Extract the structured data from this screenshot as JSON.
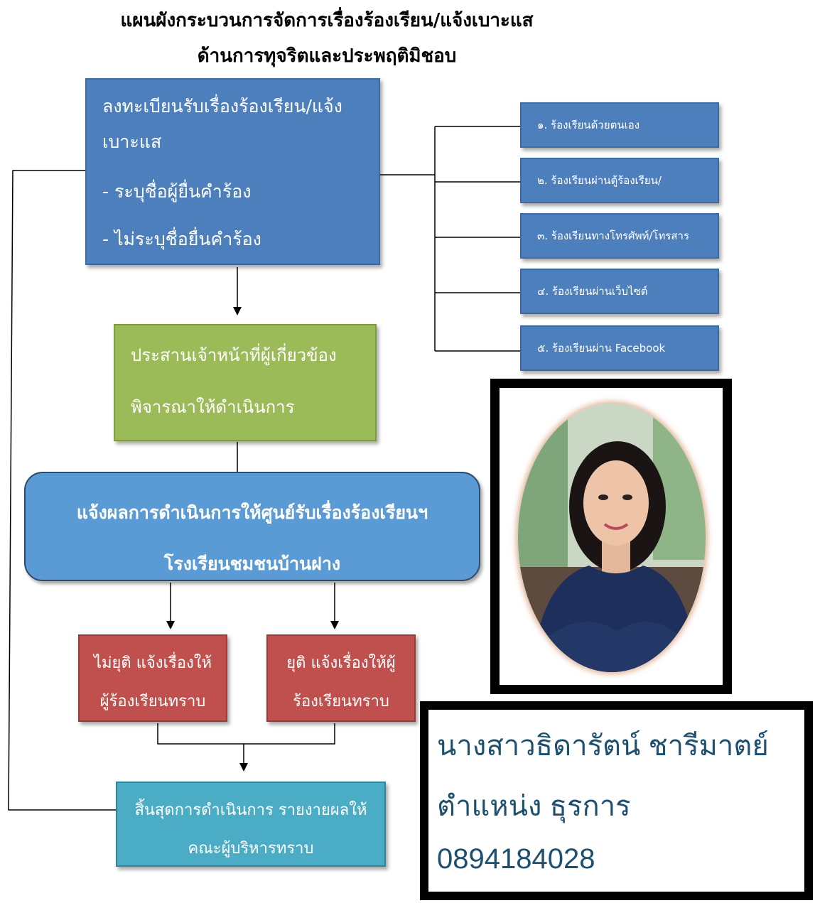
{
  "title": {
    "line1": "แผนผังกระบวนการจัดการเรื่องร้องเรียน/แจ้งเบาะแส",
    "line2": "ด้านการทุจริตและประพฤติมิชอบ"
  },
  "register": {
    "line1": "ลงทะเบียนรับเรื่องร้องเรียน/แจ้ง",
    "line2": "เบาะแส",
    "line3": "- ระบุชื่อผู้ยื่นคำร้อง",
    "line4": "- ไม่ระบุชื่อยื่นคำร้อง"
  },
  "channels": [
    "๑. ร้องเรียนด้วยตนเอง",
    "๒. ร้องเรียนผ่านตู้ร้องเรียน/",
    "๓. ร้องเรียนทางโทรศัพท์/โทรสาร",
    "๔. ร้องเรียนผ่านเว็บไซต์",
    "๕. ร้องเรียนผ่าน Facebook"
  ],
  "coordinate": {
    "line1": "ประสานเจ้าหน้าที่ผู้เกี่ยวข้อง",
    "line2": "พิจารณาให้ดำเนินการ"
  },
  "notify": {
    "line1": "แจ้งผลการดำเนินการให้ศูนย์รับเรื่องร้องเรียนฯ",
    "line2": "โรงเรียนชมชนบ้านฝาง"
  },
  "unresolved": {
    "line1": "ไม่ยุติ แจ้งเรื่องให้",
    "line2": "ผู้ร้องเรียนทราบ"
  },
  "resolved": {
    "line1": "ยุติ แจ้งเรื่องให้ผู้",
    "line2": "ร้องเรียนทราบ"
  },
  "end": {
    "line1": "สิ้นสุดการดำเนินการ รายงายผลให้",
    "line2": "คณะผู้บริหารทราบ"
  },
  "contact": {
    "name": "นางสาวธิดารัตน์ ชารีมาตย์",
    "position": "ตำแหน่ง ธุรการ",
    "phone": "0894184028"
  },
  "colors": {
    "register": "#4d7fbd",
    "coordinate": "#9bbb59",
    "notify": "#5b9bd5",
    "decision": "#c0504d",
    "end": "#4bacc6",
    "contact_text": "#1d4f6f"
  }
}
